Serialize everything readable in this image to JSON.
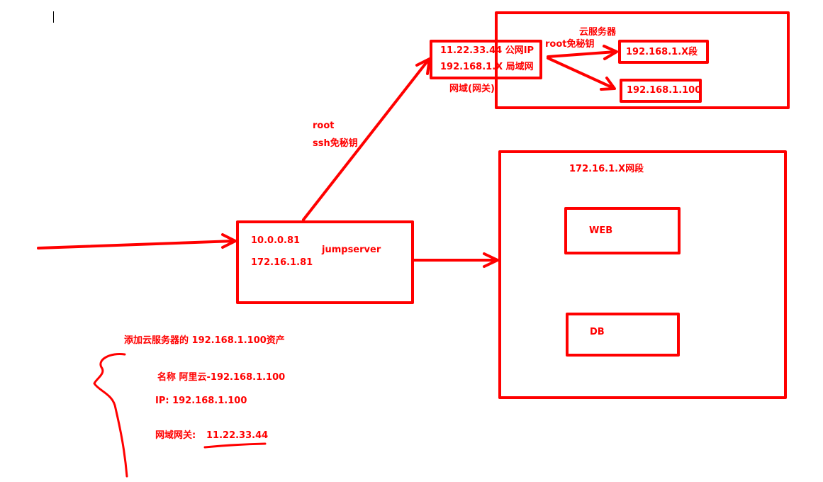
{
  "colors": {
    "ink": "#ff0000",
    "background": "#ffffff"
  },
  "cloud_region": {
    "title": "云服务器"
  },
  "gateway": {
    "public_ip": "11.22.33.44 公网IP",
    "lan_ip": "192.168.1.X 局域网",
    "caption": "网域(网关)"
  },
  "gateway_to_hosts_label": "root免秘钥",
  "cloud_hosts": {
    "subnet": "192.168.1.X段",
    "host": "192.168.1.100"
  },
  "jump_link": {
    "user": "root",
    "method": "ssh免秘钥"
  },
  "jumpserver": {
    "ip1": "10.0.0.81",
    "ip2": "172.16.1.81",
    "name": "jumpserver"
  },
  "lan_region": {
    "title": "172.16.1.X网段",
    "web": "WEB",
    "db": "DB"
  },
  "notes": {
    "heading": "添加云服务器的 192.168.1.100资产",
    "name_line": "名称  阿里云-192.168.1.100",
    "ip_line": "IP:    192.168.1.100",
    "gateway_label": "网域网关:",
    "gateway_value": "11.22.33.44"
  }
}
